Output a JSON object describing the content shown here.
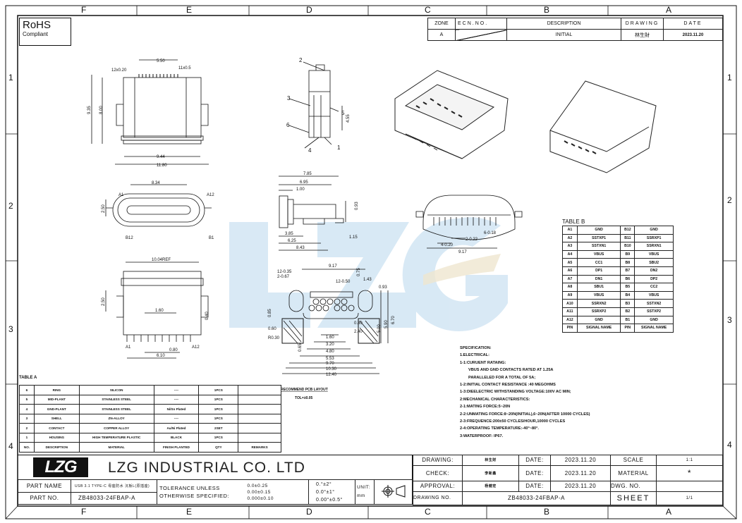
{
  "frame": {
    "columns": [
      "F",
      "E",
      "D",
      "C",
      "B",
      "A"
    ],
    "rows": [
      "1",
      "2",
      "3",
      "4"
    ]
  },
  "rohs": {
    "title": "RoHS",
    "subtitle": "Compliant"
  },
  "revision": {
    "headers": [
      "ZONE",
      "ECN.NO.",
      "DESCRIPTION",
      "DRAWING",
      "DATE"
    ],
    "row": {
      "zone": "A",
      "ecn": "",
      "description": "INITIAL",
      "drawing": "林生財",
      "date": "2023.11.20"
    }
  },
  "views": {
    "top": [
      "5.50",
      "11x0.5",
      "12x0.20",
      "9.35",
      "8.00",
      "9.44",
      "11.80"
    ],
    "side_callouts": [
      "2",
      "3",
      "5",
      "6",
      "4",
      "1",
      "4.55"
    ],
    "front": [
      "8.34",
      "A1",
      "A12",
      "2.50",
      "B12",
      "B1"
    ],
    "bottom": [
      "10.04REF",
      "2.50",
      "1.60",
      "0.40",
      "0.80",
      "6.10",
      "A1",
      "A12"
    ],
    "side_dims": [
      "7.85",
      "6.95",
      "1.00",
      "0.93",
      "3.85",
      "6.25",
      "8.43",
      "1.15"
    ],
    "end": [
      "6-0.18",
      "2-0.22",
      "4-0.20",
      "9.17"
    ],
    "pcb": [
      "9.17",
      "12-0.35",
      "2-0.67",
      "12-0.50",
      "0.75",
      "1.43",
      "0.93",
      "0.85",
      "0.60",
      "R0.30",
      "0.65",
      "0.80",
      "2.40",
      "1.60",
      "3.20",
      "4.80",
      "5.53",
      "9.70",
      "10.30",
      "12.40",
      "5.00",
      "5.90",
      "6.70"
    ],
    "pcb_caption": "RECOMMEND PCB LAYOUT",
    "pcb_tol": "TOL=±0.05"
  },
  "table_b": {
    "title": "TABLE B",
    "rows": [
      [
        "A1",
        "GND",
        "B12",
        "GND"
      ],
      [
        "A2",
        "SSTXP1",
        "B11",
        "SSRXP1"
      ],
      [
        "A3",
        "SSTXN1",
        "B10",
        "SSRXN1"
      ],
      [
        "A4",
        "VBUS",
        "B9",
        "VBUS"
      ],
      [
        "A5",
        "CC1",
        "B8",
        "SBU2"
      ],
      [
        "A6",
        "DP1",
        "B7",
        "DN2"
      ],
      [
        "A7",
        "DN1",
        "B6",
        "DP2"
      ],
      [
        "A8",
        "SBU1",
        "B5",
        "CC2"
      ],
      [
        "A9",
        "VBUS",
        "B4",
        "VBUS"
      ],
      [
        "A10",
        "SSRXN2",
        "B3",
        "SSTXN2"
      ],
      [
        "A11",
        "SSRXP2",
        "B2",
        "SSTXP2"
      ],
      [
        "A12",
        "GND",
        "B1",
        "GND"
      ]
    ],
    "header": [
      "PIN",
      "SIGNAL NAME",
      "PIN",
      "SIGNAL NAME"
    ]
  },
  "specification": [
    "SPECIFICATION:",
    "1.ELECTRICAL:",
    "1-1:CURUENT RATAING:",
    "VBUS AND GND CONTACTS RATED AT 1.25A",
    "PARALLELED FOR A TOTAL OF 5A;",
    "1-2:INITIAL CONTACT RESISTANCE :40 MEGOHMS",
    "1-3:DIEELECTRIC WITHSTANDING VOLTAGE:100V AC MIN;",
    "2:MECHANICAL CHARACTERISTICS:",
    "2-1:MATING FORCE:5~20N",
    "2-2:UNMATING FORCE:8~20N(INITIAL),6~20N(AFTER 10000 CYCLES)",
    "2-3:FREQUENCE:200±50 CYCLES/HOUR,10000 CYCLES",
    "2-4:OPERATING TEMPERATURE:-40°~80°.",
    "3:WATERPROOF: IP67."
  ],
  "table_a": {
    "title": "TABLE A",
    "rows": [
      [
        "6",
        "RING",
        "SILICON",
        "----",
        "1PCS",
        ""
      ],
      [
        "5",
        "MID-PLANT",
        "STAINLESS STEEL",
        "----",
        "1PCS",
        ""
      ],
      [
        "4",
        "GND-PLANT",
        "STAINLESS STEEL",
        "Ni/Sn Plated",
        "1PCS",
        ""
      ],
      [
        "3",
        "SHELL",
        "ZN-ALLOY",
        "----",
        "1PCS",
        ""
      ],
      [
        "2",
        "CONTACT",
        "COPPER ALLOY",
        "Au/Ni Plated",
        "2SET",
        ""
      ],
      [
        "1",
        "HOUSING",
        "HIGH TEMPERATURE PLASTIC",
        "BLACK",
        "1PCS",
        ""
      ]
    ],
    "header": [
      "NO.",
      "DESCRIPTION",
      "MATERIAL",
      "FINISH PLANTED",
      "QTY",
      "REMARKS"
    ]
  },
  "title_block": {
    "logo": "LZG",
    "company": "LZG INDUSTRIAL CO. LTD",
    "part_name_label": "PART NAME",
    "part_name": "USB 3.1 TYPE-C 母座防水 沉板L(原插座)",
    "part_no_label": "PART NO.",
    "part_no": "ZB48033-24FBAP-A",
    "tolerance_label_1": "TOLERANCE UNLESS",
    "tolerance_label_2": "OTHERWISE SPECIFIED:",
    "tol_linear": [
      "0.0±0.25",
      "0.00±0.15",
      "0.000±0.10"
    ],
    "tol_angular": [
      "0.°±2°",
      "0.0°±1°",
      "0.00°±0.5°"
    ],
    "unit_label": "UNIT:",
    "unit": "mm",
    "drawing_label": "DRAWING:",
    "drawing_by": "林生財",
    "check_label": "CHECK:",
    "check_by": "李新鑫",
    "approval_label": "APPROVAL:",
    "approval_by": "杨健宏",
    "date_label": "DATE:",
    "dates": [
      "2023.11.20",
      "2023.11.20",
      "2023.11.20"
    ],
    "scale_label": "SCALE",
    "scale": "1:1",
    "material_label": "MATERIAL",
    "material": "*",
    "dwg_no_label": "DWG. NO.",
    "dwg_no": "",
    "drawing_no_label": "DRAWING NO.",
    "drawing_no": "ZB48033-24FBAP-A",
    "sheet_label": "SHEET",
    "sheet": "1/1"
  },
  "colors": {
    "watermark": "#bcd9ee",
    "watermark_accent": "#e9dcc0",
    "line": "#111111"
  }
}
